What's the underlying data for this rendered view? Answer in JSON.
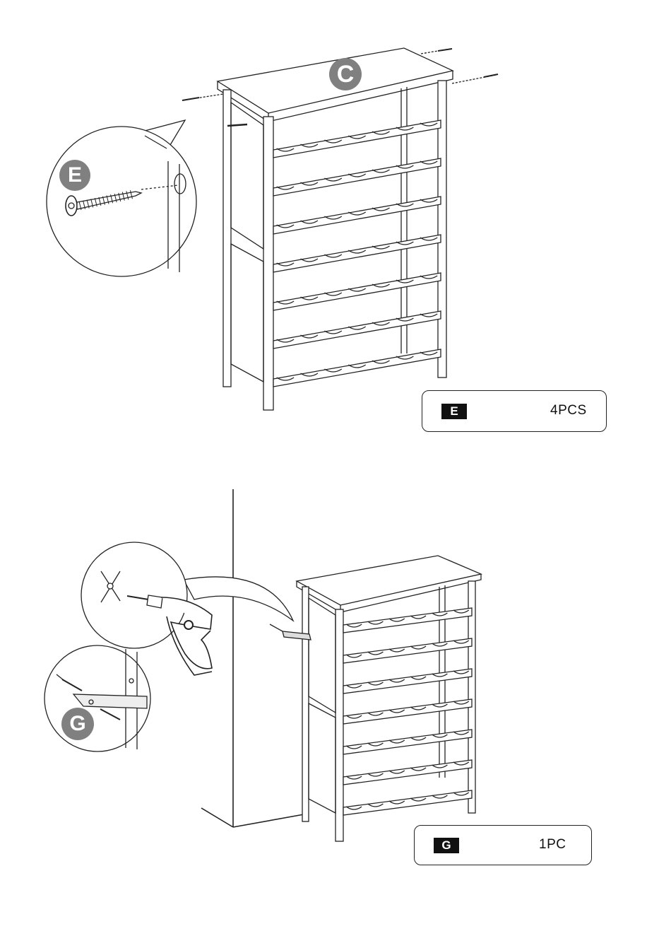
{
  "step1": {
    "top_board_label": "C",
    "detail_label": "E",
    "parts": {
      "tag": "E",
      "icon": "long-screw-icon",
      "quantity": "4PCS"
    }
  },
  "step2": {
    "detail_label": "G",
    "parts": {
      "tag": "G",
      "icons": [
        "bracket-icon",
        "wall-plug-icon",
        "screw-icon"
      ],
      "quantity": "1PC"
    }
  }
}
